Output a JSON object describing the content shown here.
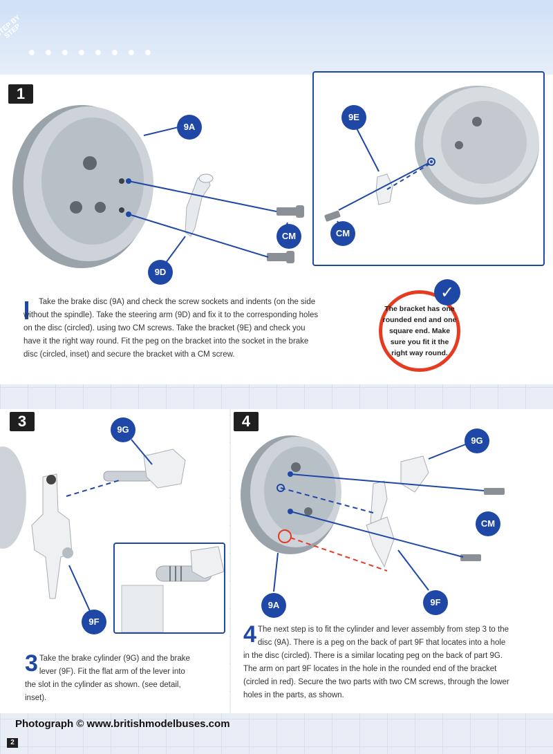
{
  "header": {
    "step_by_line1": "STEP BY",
    "step_by_line2": "STEP"
  },
  "steps": {
    "step1": {
      "number": "1",
      "text_cap": "I",
      "text": "Take the brake disc (9A) and check the screw sockets and indents (on the side without the spindle). Take the steering arm (9D) and fix it to the corresponding holes on the disc (circled). using two CM screws. Take the bracket (9E) and check you have it the right way round. Fit the peg on the bracket into the socket in the brake disc (circled, inset) and secure the bracket with a CM screw."
    },
    "step3": {
      "number": "3",
      "text_cap": "3",
      "text": "Take the brake cylinder (9G) and the brake lever (9F). Fit the flat arm of the lever into the slot in the cylinder as shown. (see detail, inset)."
    },
    "step4": {
      "number": "4",
      "text_cap": "4",
      "text": "The next step is to fit the cylinder and lever assembly from step 3 to the disc (9A). There is a peg on the back of part 9F that locates into a hole in the disc (circled). There is a similar locating peg on the back of part 9G. The arm on part 9F locates in the hole in the rounded end of the bracket (circled in red). Secure the two parts with two CM screws, through the lower holes in the parts, as shown."
    }
  },
  "labels": {
    "s1_9A": "9A",
    "s1_CM": "CM",
    "s1_9D": "9D",
    "inset_9E": "9E",
    "inset_CM": "CM",
    "s3_9G": "9G",
    "s3_9F": "9F",
    "s4_9G": "9G",
    "s4_CM": "CM",
    "s4_9A": "9A",
    "s4_9F": "9F"
  },
  "note": {
    "text": "The bracket has one rounded end and one square end. Make sure you fit it the right way round."
  },
  "footer": {
    "photo_credit": "Photograph © www.britishmodelbuses.com",
    "page_number": "2"
  },
  "colors": {
    "accent_blue": "#1e47a6",
    "alert_red": "#e63b21"
  }
}
